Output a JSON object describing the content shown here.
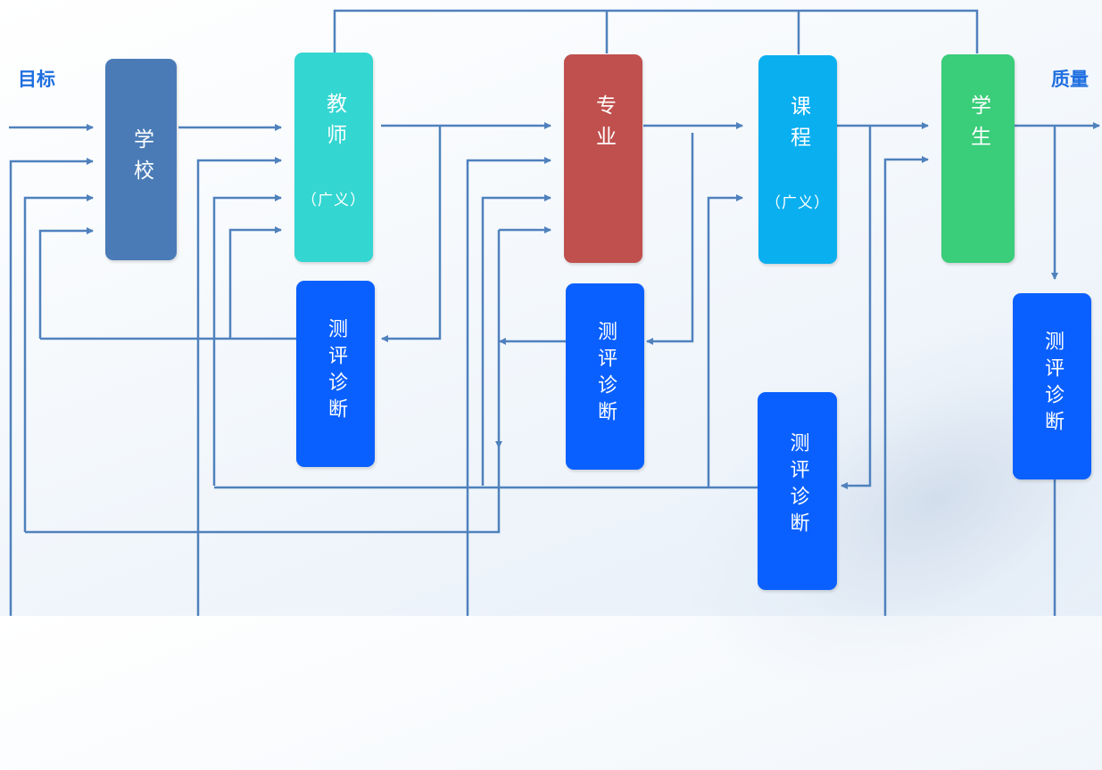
{
  "labels": {
    "goal": "目标",
    "quality": "质量"
  },
  "nodes": {
    "school": {
      "text": "学校",
      "color": "#4a7bb7"
    },
    "teacher": {
      "text": "教师",
      "sub": "（广义）",
      "color": "#33d6d1"
    },
    "major": {
      "text": "专业",
      "color": "#c0504d"
    },
    "course": {
      "text": "课程",
      "sub": "（广义）",
      "color": "#0aaff0"
    },
    "student": {
      "text": "学生",
      "color": "#3acd7a"
    }
  },
  "evaluations": {
    "teacher_eval": {
      "text": "测评诊断",
      "color": "#0a60ff"
    },
    "major_eval": {
      "text": "测评诊断",
      "color": "#0a60ff"
    },
    "course_eval": {
      "text": "测评诊断",
      "color": "#0a60ff"
    },
    "student_eval": {
      "text": "测评诊断",
      "color": "#0a60ff"
    }
  },
  "colors": {
    "line": "#4f81bd"
  }
}
